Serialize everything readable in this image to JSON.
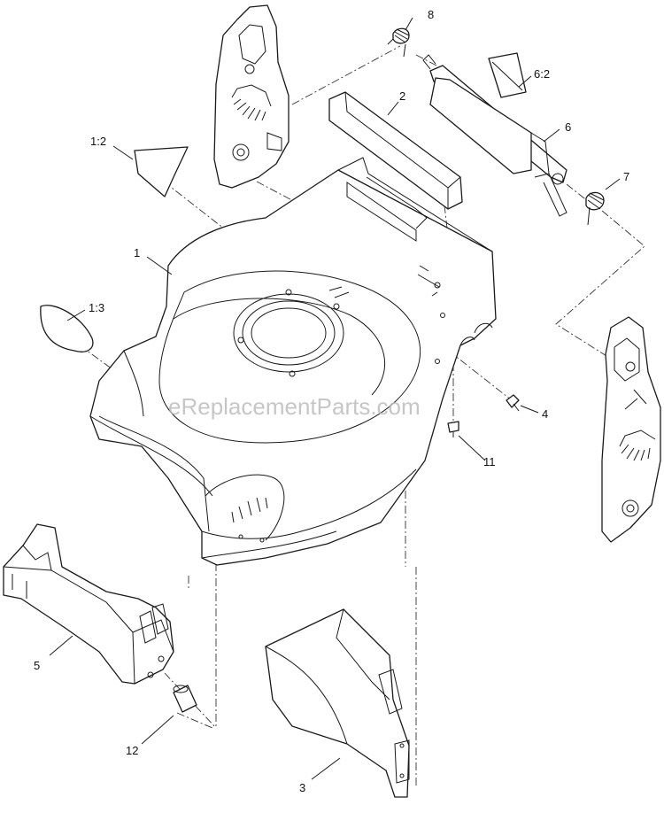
{
  "watermark": "eReplacementParts.com",
  "callouts": {
    "c1": "1",
    "c1_2": "1:2",
    "c1_3": "1:3",
    "c2": "2",
    "c3": "3",
    "c4": "4",
    "c5": "5",
    "c6": "6",
    "c6_2": "6:2",
    "c7": "7",
    "c8": "8",
    "c11": "11",
    "c12": "12"
  }
}
